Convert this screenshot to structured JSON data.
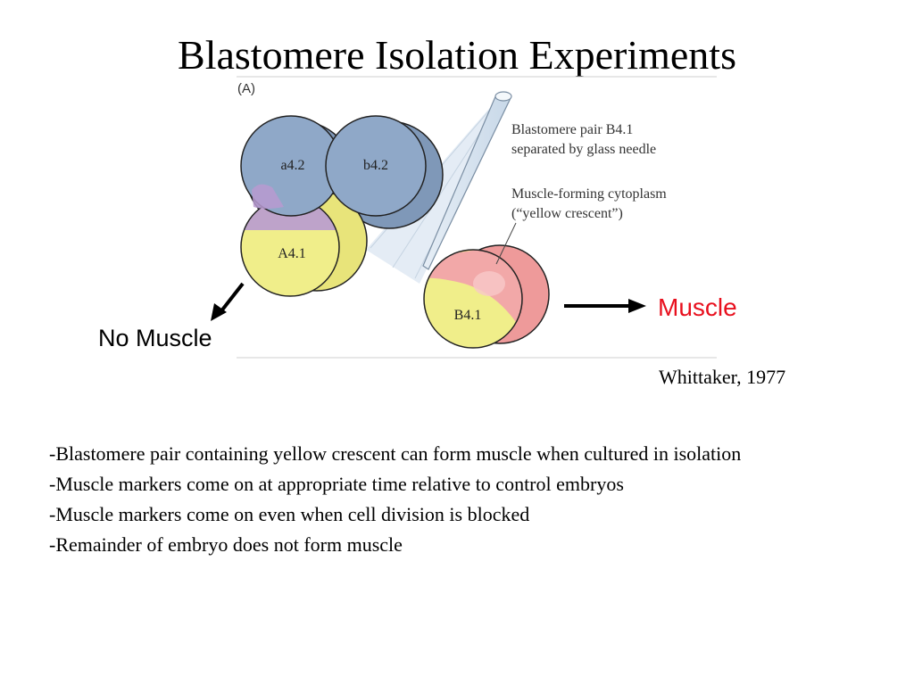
{
  "slide": {
    "title": "Blastomere Isolation Experiments",
    "citation": "Whittaker, 1977"
  },
  "figure": {
    "panel_label": "(A)",
    "cells": {
      "a42": "a4.2",
      "b42": "b4.2",
      "a41": "A4.1",
      "b41": "B4.1"
    },
    "annotations": {
      "needle_line1": "Blastomere pair B4.1",
      "needle_line2": "separated by glass needle",
      "crescent_line1": "Muscle-forming cytoplasm",
      "crescent_line2": "(“yellow crescent”)"
    },
    "outcomes": {
      "no_muscle": "No Muscle",
      "muscle": "Muscle"
    },
    "colors": {
      "blue_cell": "#8fa8c8",
      "yellow_cell": "#f0ee8a",
      "red_cell": "#f2a8a8",
      "purple_band": "#b89ad0",
      "muscle_text": "#e8101e"
    }
  },
  "bullets": [
    "-Blastomere pair containing yellow crescent can form muscle when cultured in isolation",
    "-Muscle markers come on at appropriate time relative to control embryos",
    "-Muscle markers come on even when cell division is blocked",
    "-Remainder of embryo does not form muscle"
  ]
}
